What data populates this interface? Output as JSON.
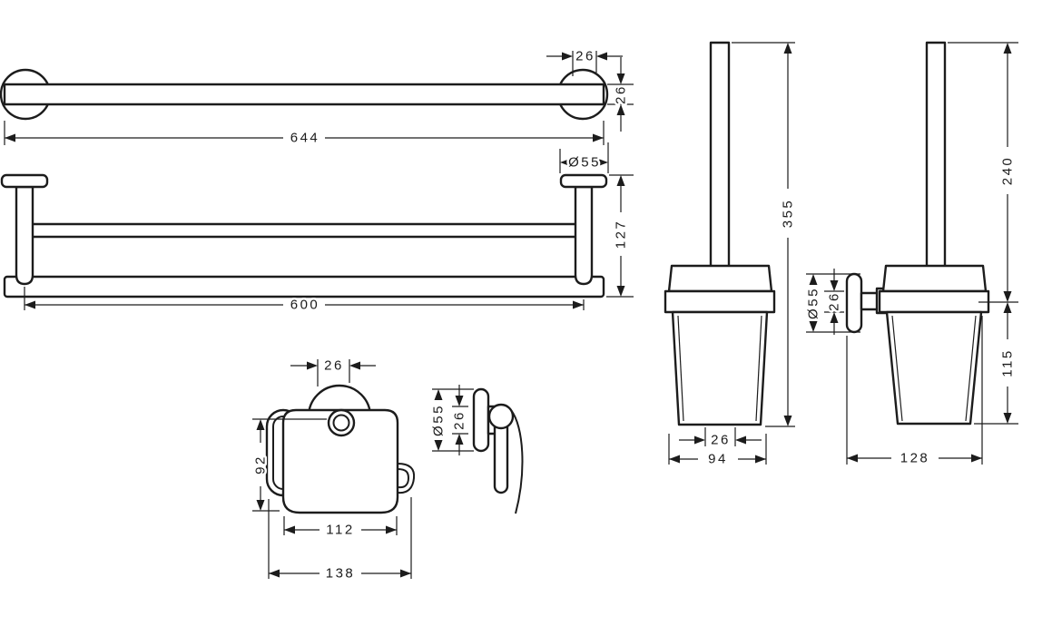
{
  "drawing": {
    "background": "#ffffff",
    "line_color": "#1c1c1c",
    "views": {
      "towel_bar_front": {
        "name": "single towel bar front view",
        "dims": {
          "mount_offset": "26",
          "bar_height": "26",
          "length": "644"
        }
      },
      "double_towel_bar_top": {
        "name": "double towel bar top view",
        "dims": {
          "rosette_diameter": "Ø55",
          "depth": "127",
          "length": "600"
        }
      },
      "roll_holder_front": {
        "name": "toilet paper holder front view",
        "dims": {
          "knob_width": "26",
          "height": "92",
          "inner_width": "112",
          "total_width": "138"
        }
      },
      "hook_side": {
        "name": "towel hook side view",
        "dims": {
          "rosette_diameter": "Ø55",
          "body_height": "26"
        }
      },
      "brush_holder_front": {
        "name": "toilet brush holder front view",
        "dims": {
          "total_height": "355",
          "base_width": "26",
          "cup_width": "94"
        }
      },
      "brush_holder_side": {
        "name": "toilet brush holder side view",
        "dims": {
          "handle_height": "240",
          "rosette_diameter": "Ø55",
          "rim_height": "26",
          "cup_height": "115",
          "total_depth": "128"
        }
      }
    }
  }
}
